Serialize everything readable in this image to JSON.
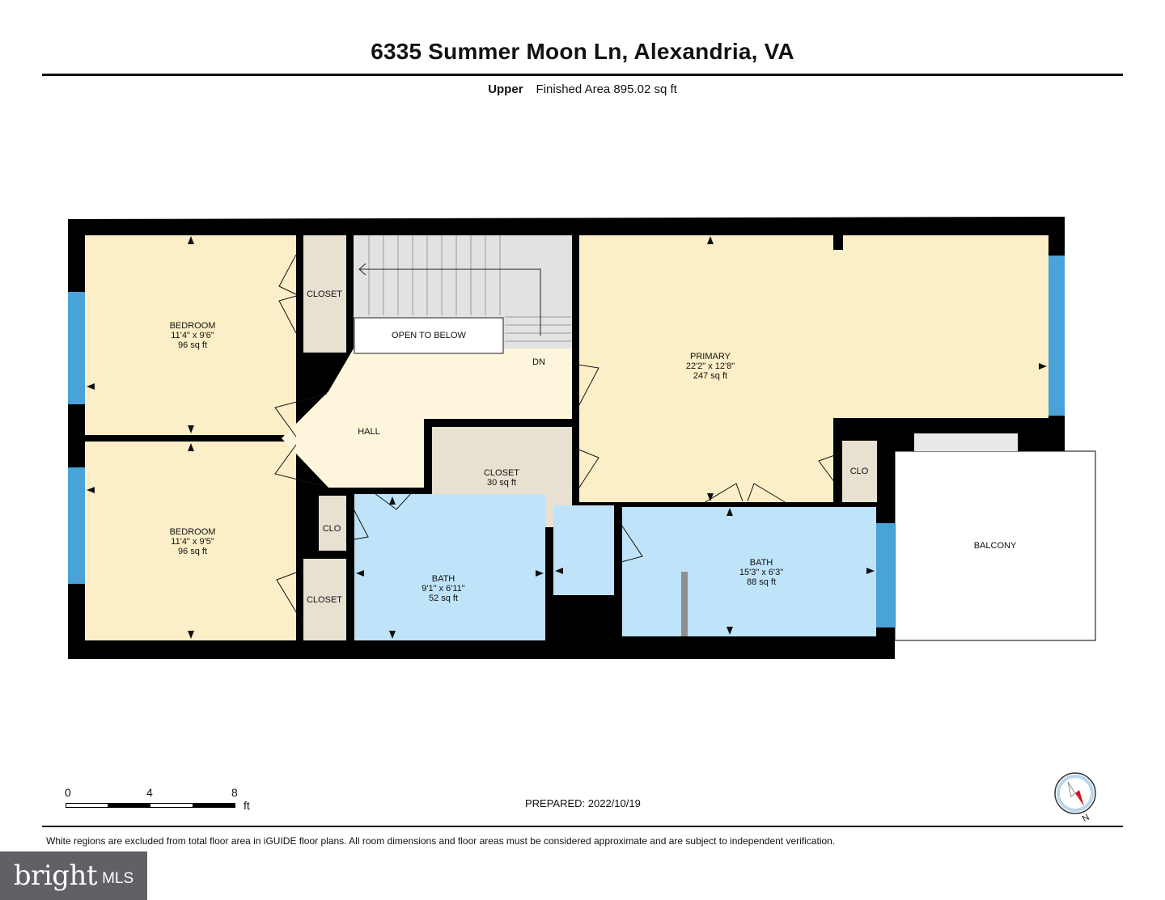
{
  "header": {
    "title": "6335 Summer Moon Ln, Alexandria, VA",
    "level": "Upper",
    "finished_area": "Finished Area 895.02 sq ft"
  },
  "rooms": {
    "bedroom1": {
      "name": "BEDROOM",
      "dims": "11'4\" x 9'6\"",
      "area": "96 sq ft"
    },
    "bedroom2": {
      "name": "BEDROOM",
      "dims": "11'4\" x 9'5\"",
      "area": "96 sq ft"
    },
    "closet_top": {
      "name": "CLOSET"
    },
    "open_to_below": {
      "name": "OPEN TO BELOW"
    },
    "stairs_dn": {
      "name": "DN"
    },
    "hall": {
      "name": "HALL"
    },
    "closet_center": {
      "name": "CLOSET",
      "area": "30 sq ft"
    },
    "primary": {
      "name": "PRIMARY",
      "dims": "22'2\" x 12'8\"",
      "area": "247 sq ft"
    },
    "clo_right": {
      "name": "CLO"
    },
    "balcony": {
      "name": "BALCONY"
    },
    "clo_left": {
      "name": "CLO"
    },
    "closet_bottom": {
      "name": "CLOSET"
    },
    "bath1": {
      "name": "BATH",
      "dims": "9'1\" x 6'11\"",
      "area": "52 sq ft"
    },
    "bath2": {
      "name": "BATH",
      "dims": "15'3\" x 6'3\"",
      "area": "88 sq ft"
    }
  },
  "colors": {
    "bedroom": "#fcefc7",
    "hall": "#fdf6dc",
    "closet": "#e8e0d1",
    "bath": "#bfe3f8",
    "stairs": "#e2e2e2",
    "window": "#4aa3d8",
    "wall": "#000000"
  },
  "scale": {
    "ticks": [
      "0",
      "4",
      "8"
    ],
    "unit": "ft"
  },
  "footer": {
    "prepared": "PREPARED: 2022/10/19",
    "disclaimer": "White regions are excluded from total floor area in iGUIDE floor plans. All room dimensions and floor areas must be considered approximate and are subject to independent verification.",
    "compass_label": "N"
  },
  "brand": {
    "name": "bright",
    "suffix": "MLS"
  }
}
